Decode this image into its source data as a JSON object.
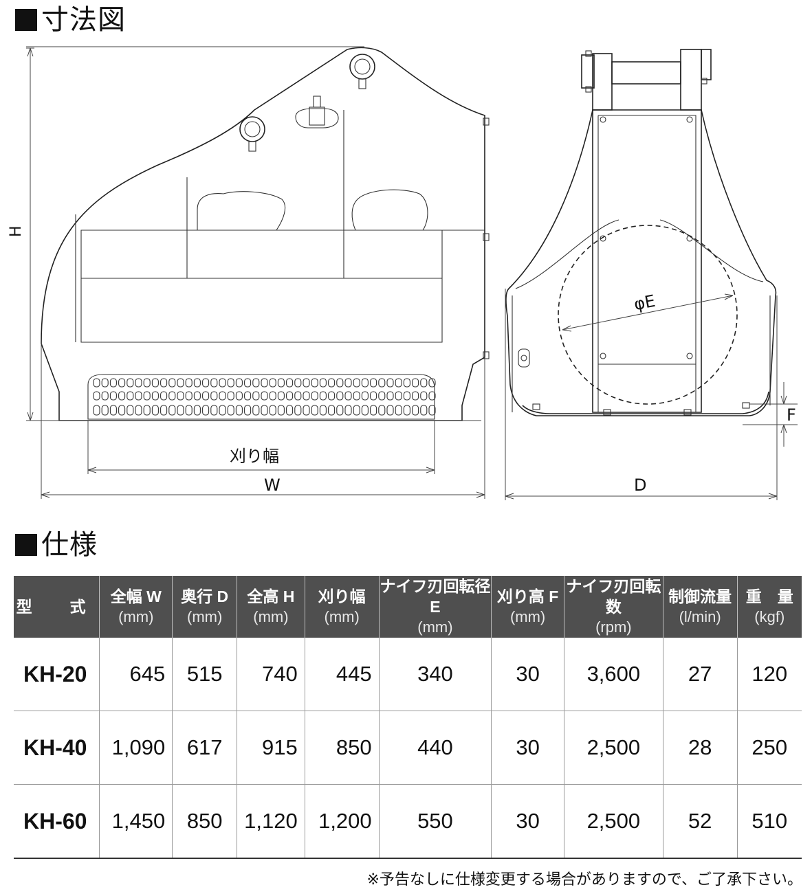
{
  "dimension_section": {
    "title": "寸法図"
  },
  "drawing_labels": {
    "h": "H",
    "w": "W",
    "d": "D",
    "cut_width": "刈り幅",
    "e": "φE",
    "f": "F"
  },
  "spec_section": {
    "title": "仕様"
  },
  "spec_table": {
    "headers": [
      {
        "label": "型　式",
        "unit": ""
      },
      {
        "label": "全幅 W",
        "unit": "(mm)"
      },
      {
        "label": "奥行 D",
        "unit": "(mm)"
      },
      {
        "label": "全高 H",
        "unit": "(mm)"
      },
      {
        "label": "刈り幅",
        "unit": "(mm)"
      },
      {
        "label": "ナイフ刃回転径 E",
        "unit": "(mm)"
      },
      {
        "label": "刈り高 F",
        "unit": "(mm)"
      },
      {
        "label": "ナイフ刃回転数",
        "unit": "(rpm)"
      },
      {
        "label": "制御流量",
        "unit": "(l/min)"
      },
      {
        "label": "重　量",
        "unit": "(kgf)"
      }
    ],
    "rows": [
      [
        "KH-20",
        "645",
        "515",
        "740",
        "445",
        "340",
        "30",
        "3,600",
        "27",
        "120"
      ],
      [
        "KH-40",
        "1,090",
        "617",
        "915",
        "850",
        "440",
        "30",
        "2,500",
        "28",
        "250"
      ],
      [
        "KH-60",
        "1,450",
        "850",
        "1,120",
        "1,200",
        "550",
        "30",
        "2,500",
        "52",
        "510"
      ]
    ]
  },
  "footnote": "※予告なしに仕様変更する場合がありますので、ご了承下さい。"
}
